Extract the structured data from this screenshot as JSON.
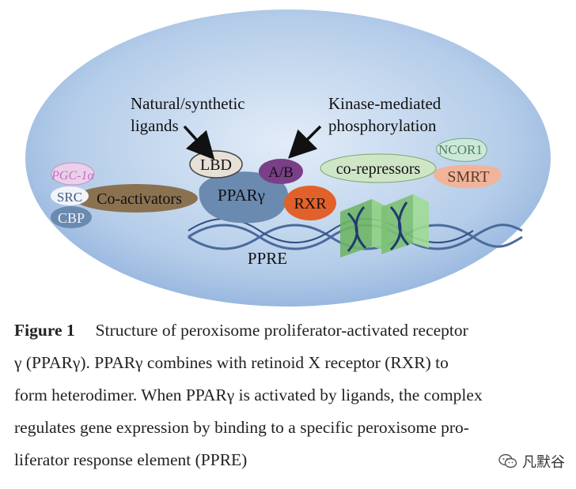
{
  "diagram": {
    "labels": {
      "natural_ligands_line1": "Natural/synthetic",
      "natural_ligands_line2": "ligands",
      "kinase_line1": "Kinase-mediated",
      "kinase_line2": "phosphorylation",
      "lbd": "LBD",
      "ab": "A/B",
      "ppar": "PPARγ",
      "rxr": "RXR",
      "co_activators": "Co-activators",
      "pgc": "PGC-1α",
      "src": "SRC",
      "cbp": "CBP",
      "co_repressors": "co-repressors",
      "ncor1": "NCOR1",
      "smrt": "SMRT",
      "ppre": "PPRE"
    },
    "colors": {
      "background_ellipse": "#a9c6e8",
      "lbd": "#e6e0d6",
      "ab": "#7a3f86",
      "ppar": "#6f8fb0",
      "rxr": "#e2612a",
      "co_activators": "#8a7150",
      "co_repressors": "#cfe6c6",
      "ncor1": "#cde8d8",
      "smrt": "#f0b49a",
      "pgc": "#e7c6e6",
      "dna": "#4f6fa0",
      "dna_box": "#7fc074"
    }
  },
  "caption": {
    "figure_label": "Figure 1",
    "line1": "Structure of peroxisome proliferator-activated receptor",
    "line2": "γ (PPARγ). PPARγ combines with retinoid X receptor (RXR) to",
    "line3": "form heterodimer. When PPARγ is activated by ligands, the complex",
    "line4": "regulates gene expression by binding to a specific peroxisome pro-",
    "line5": "liferator response element (PPRE)"
  },
  "watermark": {
    "text": "凡默谷",
    "icon": "wechat-icon"
  }
}
